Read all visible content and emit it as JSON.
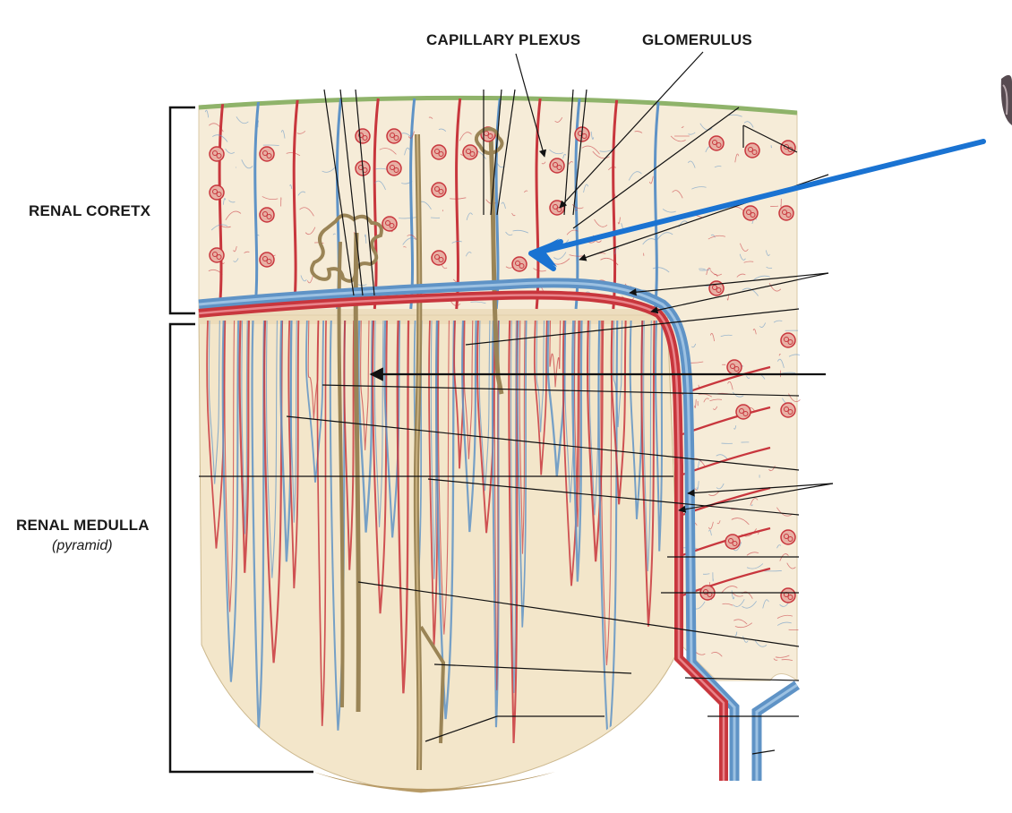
{
  "labels": {
    "capillary_plexus": "CAPILLARY PLEXUS",
    "glomerulus": "GLOMERULUS",
    "renal_cortex": "RENAL CORETX",
    "renal_medulla": "RENAL MEDULLA",
    "renal_medulla_sub": "(pyramid)"
  },
  "colors": {
    "artery": "#c8363d",
    "vein": "#5f93c6",
    "duct": "#9a8456",
    "tissue": "#f6ecd8",
    "capsule": "#8fb36a",
    "highlight_arrow": "#1a73d2",
    "leader": "#111111"
  },
  "icons": {
    "pointer_arrow": "blue-arrow-icon",
    "corner_fragment": "image-fragment"
  }
}
